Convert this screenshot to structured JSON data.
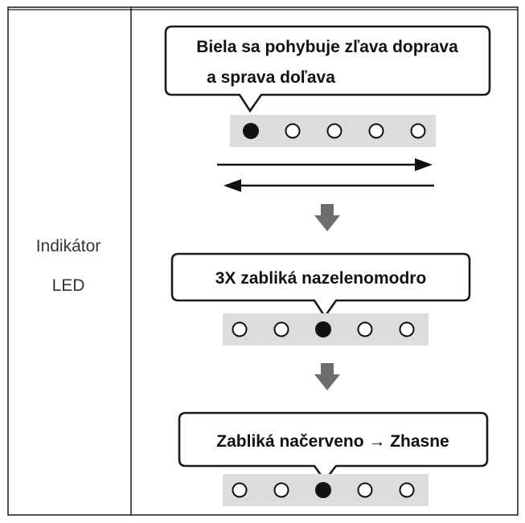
{
  "table": {
    "label_line1": "Indikátor",
    "label_line2": "LED"
  },
  "steps": [
    {
      "text_lines": [
        "Biela sa pohybuje zľava doprava",
        "a sprava doľava"
      ],
      "leds": [
        "on",
        "off",
        "off",
        "off",
        "off"
      ]
    },
    {
      "text_lines": [
        "3X zabliká nazelenomodro"
      ],
      "leds": [
        "off",
        "off",
        "on",
        "off",
        "off"
      ]
    },
    {
      "text_lines": [
        "Zabliká načerveno → Zhasne"
      ],
      "leds": [
        "off",
        "off",
        "on",
        "off",
        "off"
      ]
    }
  ],
  "colors": {
    "border": "#1a1a1a",
    "led_strip": "#dcdcdc",
    "down_arrow": "#6e6e6e",
    "text": "#111111"
  }
}
